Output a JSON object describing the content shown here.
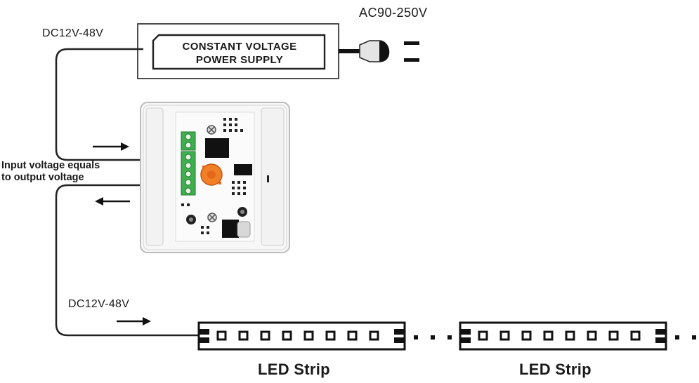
{
  "power_supply": {
    "title_line1": "CONSTANT VOLTAGE",
    "title_line2": "POWER SUPPLY",
    "input_label": "AC90-250V",
    "output_label": "DC12V-48V"
  },
  "controller": {
    "note_line1": "Input voltage equals",
    "note_line2": "to output voltage"
  },
  "output": {
    "label": "DC12V-48V"
  },
  "led_strips": [
    {
      "label": "LED Strip"
    },
    {
      "label": "LED Strip"
    }
  ]
}
